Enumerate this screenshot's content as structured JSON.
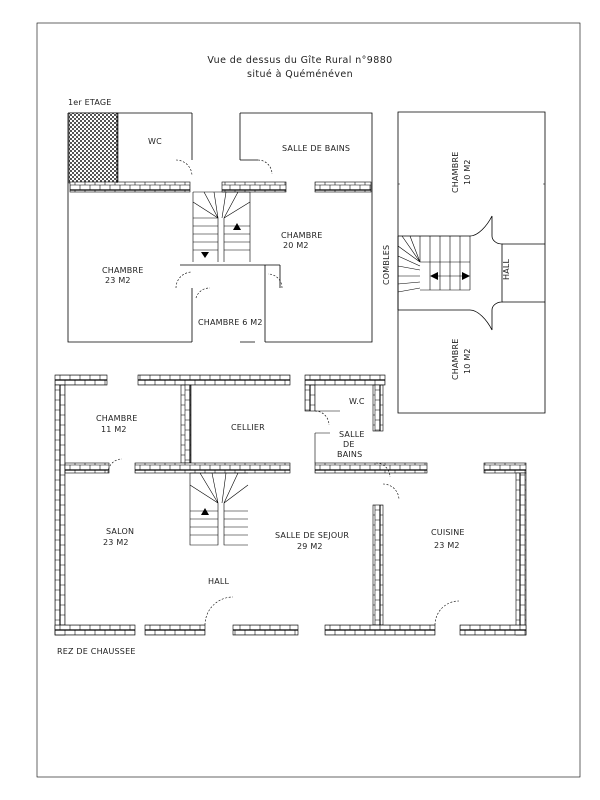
{
  "title": {
    "line1": "Vue de dessus du Gîte Rural n°9880",
    "line2": "situé à Quéménéven"
  },
  "levels": {
    "first_floor": "1er ETAGE",
    "ground_floor": "REZ DE CHAUSSEE",
    "attic": "COMBLES"
  },
  "rooms": {
    "wc_top": "WC",
    "salle_de_bains_top": "SALLE DE BAINS",
    "chambre_20": {
      "name": "CHAMBRE",
      "area": "20 M2"
    },
    "chambre_23": {
      "name": "CHAMBRE",
      "area": "23 M2"
    },
    "chambre_6": "CHAMBRE 6 M2",
    "combles_chambre_a": {
      "name": "CHAMBRE",
      "area": "10 M2"
    },
    "combles_chambre_b": {
      "name": "CHAMBRE",
      "area": "10 M2"
    },
    "combles_hall": "HALL",
    "chambre_11": {
      "name": "CHAMBRE",
      "area": "11 M2"
    },
    "cellier": "CELLIER",
    "wc_ground": "W.C",
    "salle_de_bains_ground": {
      "l1": "SALLE",
      "l2": "DE",
      "l3": "BAINS"
    },
    "salon": {
      "name": "SALON",
      "area": "23 M2"
    },
    "sejour": {
      "name": "SALLE DE SEJOUR",
      "area": "29 M2"
    },
    "cuisine": {
      "name": "CUISINE",
      "area": "23 M2"
    },
    "hall_ground": "HALL"
  },
  "colors": {
    "line": "#000000",
    "text": "#222222",
    "background": "#ffffff"
  }
}
